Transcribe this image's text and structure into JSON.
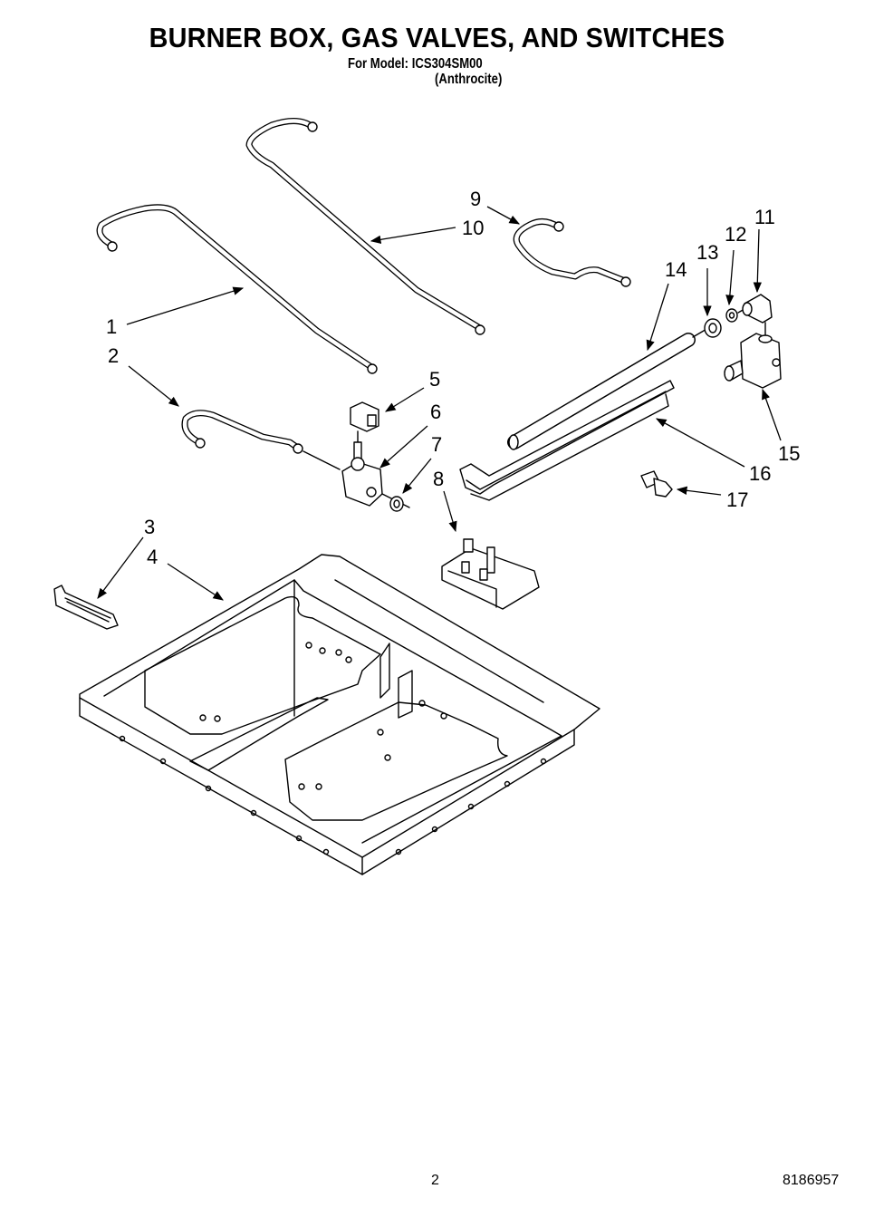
{
  "header": {
    "title": "BURNER BOX, GAS VALVES, AND SWITCHES",
    "model_line": "For Model: ICS304SM00",
    "color_line": "(Anthrocite)"
  },
  "callouts": [
    {
      "number": "1",
      "part": "tube-left-long"
    },
    {
      "number": "2",
      "part": "tube-short-valve"
    },
    {
      "number": "3",
      "part": "igniter-bracket"
    },
    {
      "number": "4",
      "part": "burner-box"
    },
    {
      "number": "5",
      "part": "switch"
    },
    {
      "number": "6",
      "part": "gas-valve"
    },
    {
      "number": "7",
      "part": "washer"
    },
    {
      "number": "8",
      "part": "spark-module"
    },
    {
      "number": "9",
      "part": "tube-short-right"
    },
    {
      "number": "10",
      "part": "tube-long-right"
    },
    {
      "number": "11",
      "part": "elbow-fitting"
    },
    {
      "number": "12",
      "part": "washer"
    },
    {
      "number": "13",
      "part": "nut"
    },
    {
      "number": "14",
      "part": "manifold-pipe"
    },
    {
      "number": "15",
      "part": "regulator"
    },
    {
      "number": "16",
      "part": "manifold-bracket"
    },
    {
      "number": "17",
      "part": "screw"
    }
  ],
  "footer": {
    "page_number": "2",
    "document_number": "8186957"
  }
}
